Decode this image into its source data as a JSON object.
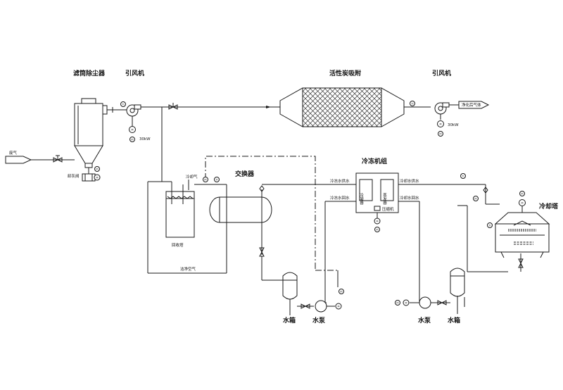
{
  "labels": {
    "bag_filter": "滤筒除尘器",
    "fan_1": "引风机",
    "carbon_adsorber": "活性炭吸附",
    "fan_2": "引风机",
    "clean_exhaust": "净化后气体",
    "exhaust_inlet": "废气",
    "ash_outlet": "卸灰阀",
    "motor_1": "30kW",
    "motor_2": "30kW",
    "chiller": "冷冻机组",
    "chiller_left_box": "冷凝器",
    "chiller_right_box": "蒸发器",
    "chiller_bottom_box": "压缩机",
    "chilled_supply": "冷冻水供水",
    "chilled_return": "冷冻水回水",
    "cooling_supply": "冷却水供水",
    "cooling_return": "冷却水回水",
    "cooling_tower": "冷却塔",
    "recovery_tank": "回收塔",
    "exchanger": "交换器",
    "cold_air": "冷却气",
    "clean_air": "洁净空气",
    "water_tank_1": "水箱",
    "water_pump_1": "水泵",
    "water_pump_2": "水泵",
    "water_tank_2": "水箱"
  },
  "instrument_tags": {
    "thermometer": "TI",
    "pressure_gauge": "PI",
    "motor": "M"
  },
  "colors": {
    "line": "#1a1a1a",
    "background": "#ffffff"
  }
}
